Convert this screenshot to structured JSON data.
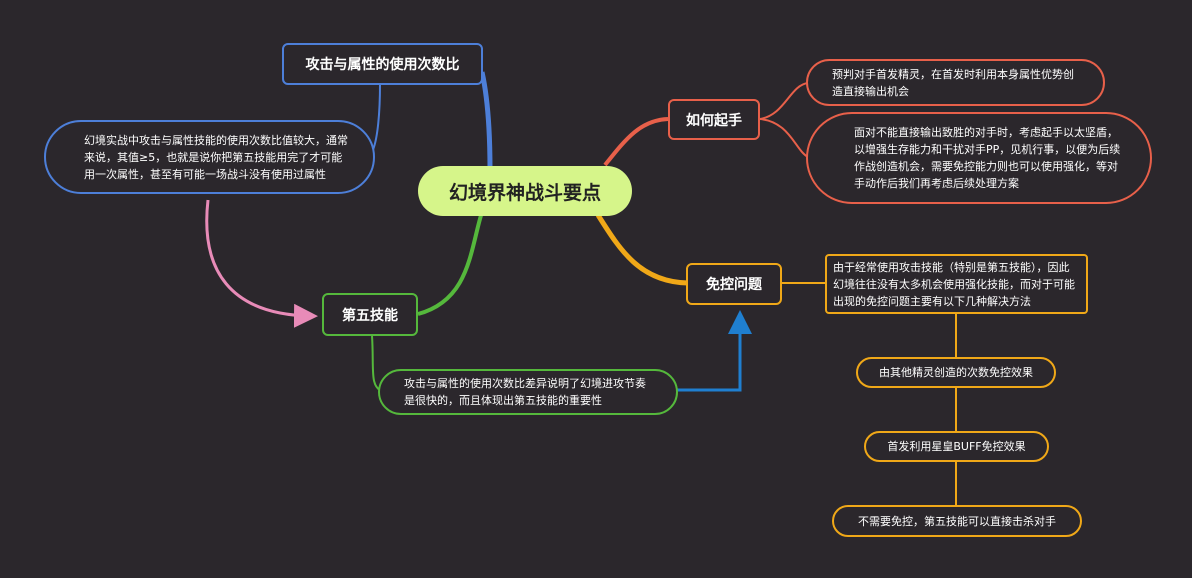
{
  "root": {
    "label": "幻境界神战斗要点"
  },
  "branches": {
    "ratio": {
      "label": "攻击与属性的使用次数比",
      "note": "幻境实战中攻击与属性技能的使用次数比值较大，通常来说，其值≥5，也就是说你把第五技能用完了才可能用一次属性，甚至有可能一场战斗没有使用过属性"
    },
    "opening": {
      "label": "如何起手",
      "items": [
        "预判对手首发精灵，在首发时利用本身属性优势创造直接输出机会",
        "面对不能直接输出致胜的对手时，考虑起手以太坚盾，以增强生存能力和干扰对手PP，见机行事，以便为后续作战创造机会，需要免控能力则也可以使用强化，等对手动作后我们再考虑后续处理方案"
      ]
    },
    "fifth": {
      "label": "第五技能",
      "note": "攻击与属性的使用次数比差异说明了幻境进攻节奏是很快的，而且体现出第五技能的重要性"
    },
    "control": {
      "label": "免控问题",
      "intro": "由于经常使用攻击技能（特别是第五技能），因此幻境往往没有太多机会使用强化技能，而对于可能出现的免控问题主要有以下几种解决方法",
      "solutions": [
        "由其他精灵创造的次数免控效果",
        "首发利用星皇BUFF免控效果",
        "不需要免控，第五技能可以直接击杀对手"
      ]
    }
  },
  "colors": {
    "background": "#2b272c",
    "root": "#d6f58a",
    "blue": "#4d7fd9",
    "red": "#e8604a",
    "green": "#55b83c",
    "orange": "#f0a818",
    "pink_arrow": "#e88bb8",
    "blue_arrow": "#1f7fd0"
  }
}
